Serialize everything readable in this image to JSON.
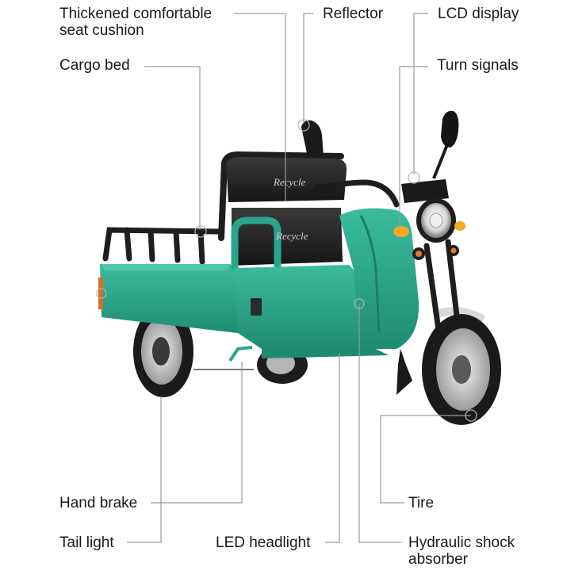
{
  "labels": {
    "seat_cushion": [
      "Thickened comfortable",
      "seat cushion"
    ],
    "reflector": "Reflector",
    "lcd_display": "LCD display",
    "cargo_bed": "Cargo bed",
    "turn_signals": "Turn signals",
    "hand_brake": "Hand brake",
    "tire": "Tire",
    "tail_light": "Tail light",
    "led_headlight": "LED headlight",
    "hydraulic_shock": [
      "Hydraulic shock",
      "absorber"
    ]
  },
  "product": {
    "brand_text": "Recycle",
    "body_color": "#2aa58c",
    "frame_color": "#1e1e1e",
    "callout_color": "#9a9a9a"
  }
}
